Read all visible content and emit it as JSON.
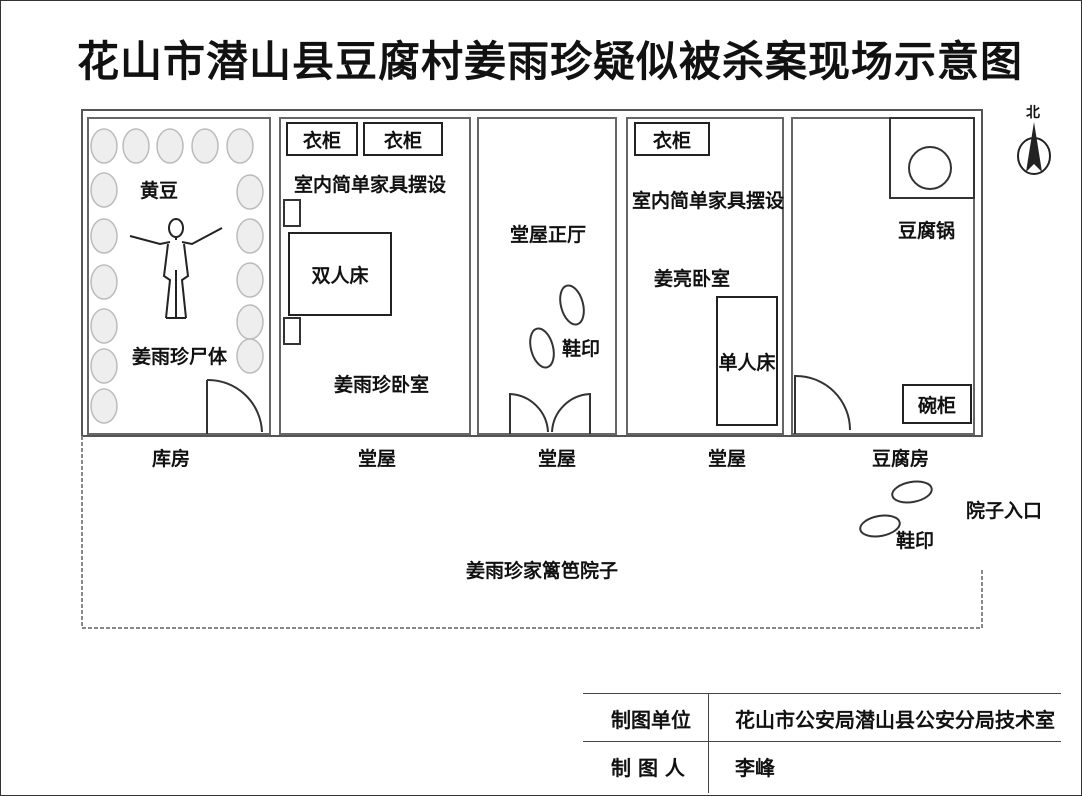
{
  "title": "花山市潜山县豆腐村姜雨珍疑似被杀案现场示意图",
  "rooms": {
    "storage": {
      "name": "库房",
      "beans": "黄豆",
      "body": "姜雨珍尸体"
    },
    "bedroom_jiang": {
      "name": "堂屋",
      "wardrobe_1": "衣柜",
      "wardrobe_2": "衣柜",
      "furniture": "室内简单家具摆设",
      "bed": "双人床",
      "room_label": "姜雨珍卧室"
    },
    "hall": {
      "name": "堂屋",
      "label": "堂屋正厅",
      "footprint": "鞋印"
    },
    "bedroom_liang": {
      "name": "堂屋",
      "wardrobe": "衣柜",
      "furniture": "室内简单家具摆设",
      "room_label": "姜亮卧室",
      "bed": "单人床"
    },
    "tofu_room": {
      "name": "豆腐房",
      "pot": "豆腐锅",
      "cabinet": "碗柜"
    }
  },
  "yard": {
    "label": "姜雨珍家篱笆院子",
    "footprint": "鞋印",
    "entrance": "院子入口"
  },
  "north_label": "北",
  "legend": {
    "unit_key": "制图单位",
    "unit_value": "花山市公安局潜山县公安分局技术室",
    "author_key": "制 图 人",
    "author_value": "李峰"
  }
}
